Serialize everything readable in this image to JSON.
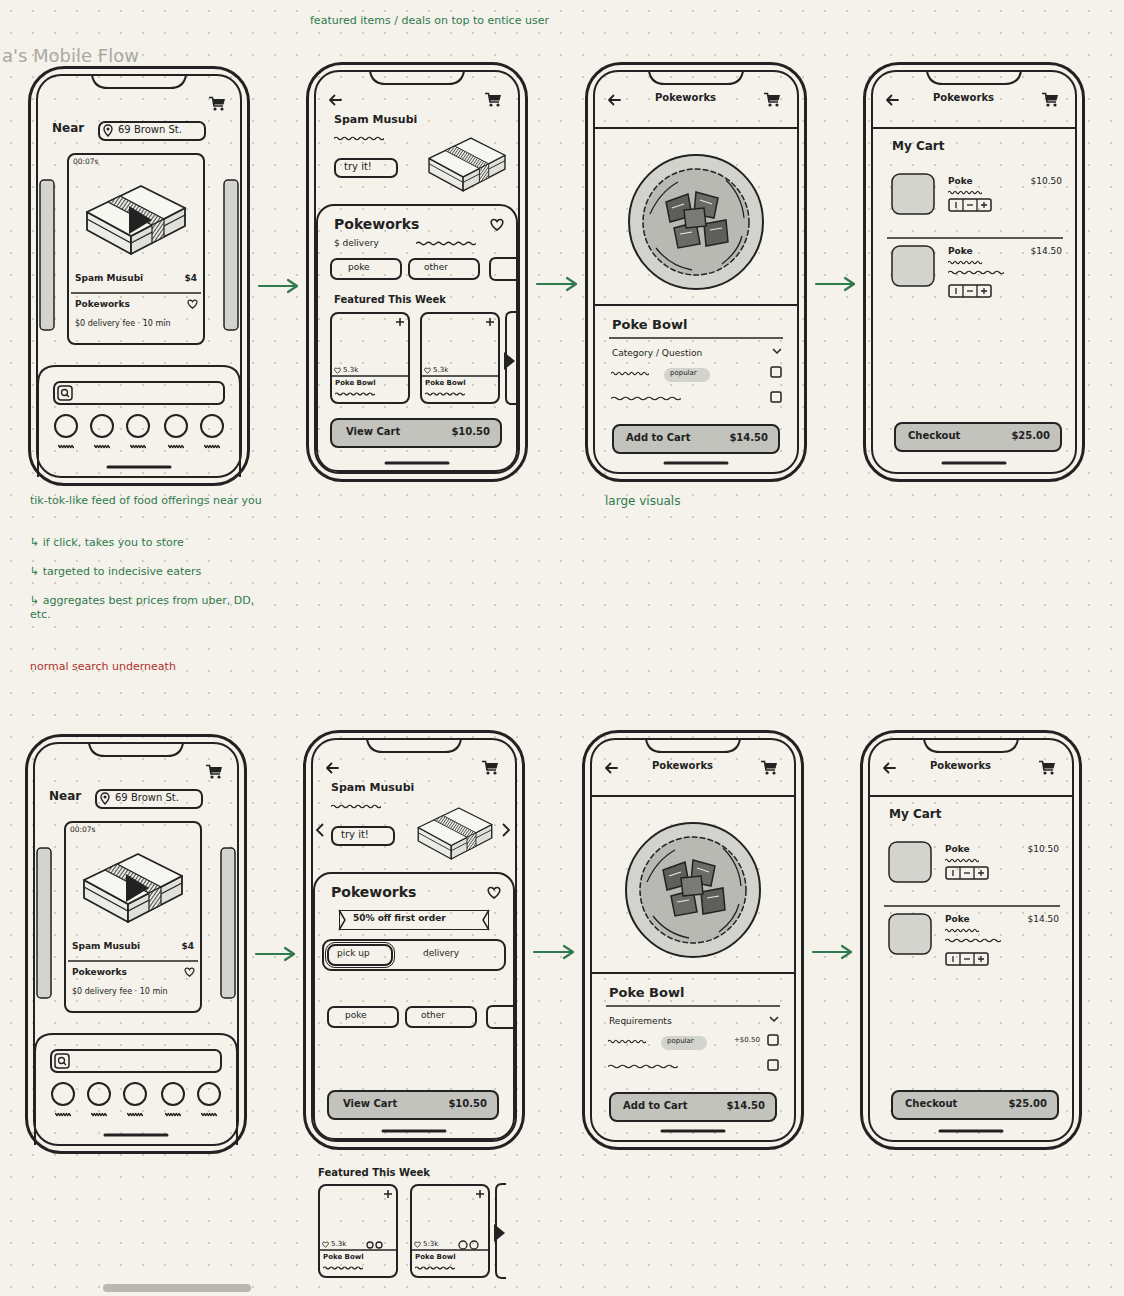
{
  "diagram": {
    "title": "a's Mobile Flow",
    "nodes": [
      {
        "text": [
          "Near"
        ]
      },
      {
        "text": [
          "69 Brown St."
        ],
        "in": 0
      },
      {
        "text": [
          "00:07s",
          "Spam Musubi",
          "$4",
          "Pokeworks",
          "$0 delivery fee · 10 min"
        ],
        "in": 0
      },
      {
        "text": [
          "Spam Musubi"
        ]
      },
      {
        "text": [
          "try it!"
        ],
        "in": 3
      },
      {
        "text": [
          "Pokeworks",
          "$ delivery",
          "Featured This Week"
        ],
        "in": 3
      },
      {
        "text": [
          "poke"
        ],
        "in": 5
      },
      {
        "text": [
          "other"
        ],
        "in": 5
      },
      {
        "text": [
          "5.3k",
          "Poke Bowl"
        ],
        "in": 5
      },
      {
        "text": [
          "5.3k",
          "Poke Bowl"
        ],
        "in": 5
      },
      {
        "text": [
          "View Cart",
          "$10.50"
        ],
        "in": 5
      },
      {
        "text": [
          "Pokeworks"
        ]
      },
      {
        "text": [
          "Poke Bowl",
          "Category / Question"
        ],
        "in": 11
      },
      {
        "text": [
          "popular"
        ],
        "in": 12
      },
      {
        "text": [
          "Add to Cart",
          "$14.50"
        ],
        "in": 12
      },
      {
        "text": [
          "Pokeworks"
        ]
      },
      {
        "text": [
          "My Cart"
        ],
        "in": 15
      },
      {
        "text": [
          "Poke",
          "$10.50"
        ],
        "in": 16
      },
      {
        "text": [
          "Poke",
          "$14.50"
        ],
        "in": 16
      },
      {
        "text": [
          "Checkout",
          "$25.00"
        ],
        "in": 16
      },
      {
        "text": [
          "Near"
        ]
      },
      {
        "text": [
          "69 Brown St."
        ],
        "in": 20
      },
      {
        "text": [
          "00:07s",
          "Spam Musubi",
          "$4",
          "Pokeworks",
          "$0 delivery fee · 10 min"
        ],
        "in": 20
      },
      {
        "text": [
          "Spam Musubi"
        ]
      },
      {
        "text": [
          "try it!"
        ],
        "in": 23
      },
      {
        "text": [
          "Pokeworks"
        ],
        "in": 23
      },
      {
        "text": [
          "50% off first order"
        ],
        "in": 25
      },
      {
        "text": [
          "pick up"
        ],
        "in": 25
      },
      {
        "text": [
          "delivery"
        ],
        "in": 25
      },
      {
        "text": [
          "poke"
        ],
        "in": 25
      },
      {
        "text": [
          "other"
        ],
        "in": 25
      },
      {
        "text": [
          "View Cart",
          "$10.50"
        ],
        "in": 25
      },
      {
        "text": [
          "Pokeworks"
        ]
      },
      {
        "text": [
          "Poke Bowl",
          "Requirements"
        ],
        "in": 32
      },
      {
        "text": [
          "popular"
        ],
        "in": 33
      },
      {
        "text": [
          "Add to Cart",
          "$14.50"
        ],
        "in": 33
      },
      {
        "text": [
          "Pokeworks"
        ]
      },
      {
        "text": [
          "My Cart"
        ],
        "in": 36
      },
      {
        "text": [
          "Poke",
          "$10.50"
        ],
        "in": 37
      },
      {
        "text": [
          "Poke",
          "$14.50"
        ],
        "in": 37
      },
      {
        "text": [
          "Checkout",
          "$25.00"
        ],
        "in": 37
      },
      {
        "text": [
          "5.3k",
          "Poke Bowl"
        ]
      },
      {
        "text": [
          "5.3k",
          "Poke Bowl"
        ]
      }
    ],
    "edges": [
      {
        "from": 0,
        "to": 3,
        "arrow": "to"
      },
      {
        "from": 3,
        "to": 11,
        "arrow": "to"
      },
      {
        "from": 11,
        "to": 15,
        "arrow": "to"
      },
      {
        "from": 20,
        "to": 23,
        "arrow": "to"
      },
      {
        "from": 23,
        "to": 32,
        "arrow": "to"
      },
      {
        "from": 32,
        "to": 36,
        "arrow": "to"
      }
    ],
    "labels": [
      "featured items / deals on top to entice user",
      "tik-tok-like feed of food offerings near you",
      "↳ if click, takes you to store",
      "↳ targeted to indecisive eaters",
      "↳ aggregates best prices from uber, DD, etc.",
      "normal search underneath",
      "large visuals",
      "+$0.50",
      "Featured This Week"
    ]
  }
}
